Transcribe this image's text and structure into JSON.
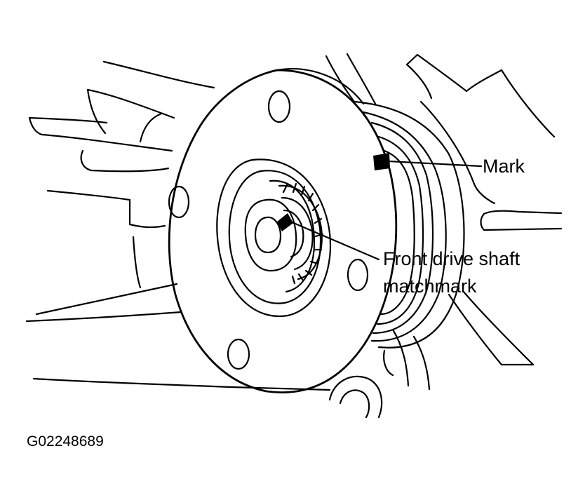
{
  "labels": {
    "mark": "Mark",
    "matchmark_line1": "Front drive shaft",
    "matchmark_line2": "matchmark"
  },
  "figure_id": "G02248689",
  "colors": {
    "ink": "#000000",
    "paper": "#ffffff"
  }
}
